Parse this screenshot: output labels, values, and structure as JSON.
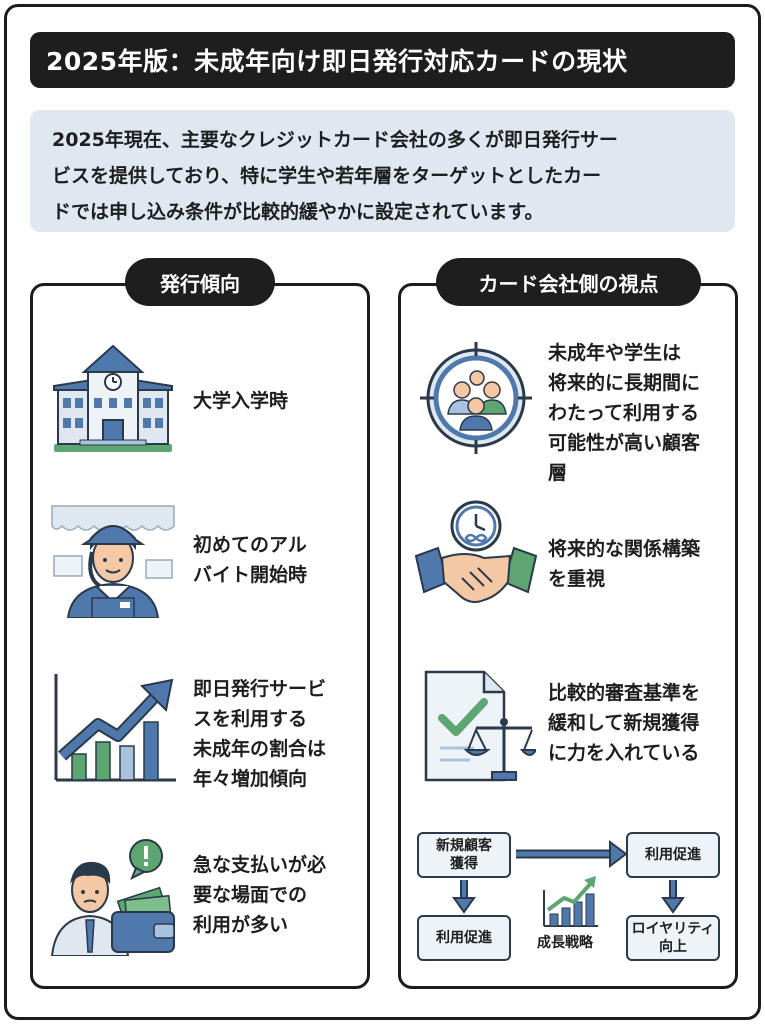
{
  "title": "2025年版：未成年向け即日発行対応カードの現状",
  "intro": {
    "line1": "2025年現在、主要なクレジットカード会社の多くが即日発行サー",
    "line2": "ビスを提供しており、特に学生や若年層をターゲットとしたカー",
    "line3": "ドでは申し込み条件が比較的緩やかに設定されています。"
  },
  "left_panel": {
    "heading": "発行傾向",
    "items": [
      {
        "lines": [
          "大学入学時"
        ],
        "icon": "university-icon"
      },
      {
        "lines": [
          "初めてのアル",
          "バイト開始時"
        ],
        "icon": "part-time-worker-icon"
      },
      {
        "lines": [
          "即日発行サービ",
          "スを利用する",
          "未成年の割合は",
          "年々増加傾向"
        ],
        "icon": "growth-chart-icon"
      },
      {
        "lines": [
          "急な支払いが必",
          "要な場面での",
          "利用が多い"
        ],
        "icon": "wallet-payment-icon"
      }
    ]
  },
  "right_panel": {
    "heading": "カード会社側の視点",
    "items": [
      {
        "lines": [
          "未成年や学生は",
          "将来的に長期間に",
          "わたって利用する",
          "可能性が高い顧客",
          "層"
        ],
        "icon": "target-customers-icon"
      },
      {
        "lines": [
          "将来的な関係構築",
          "を重視"
        ],
        "icon": "handshake-icon"
      },
      {
        "lines": [
          "比較的審査基準を",
          "緩和して新規獲得",
          "に力を入れている"
        ],
        "icon": "document-scale-icon"
      }
    ],
    "flow": {
      "acquire_l1": "新規顧客",
      "acquire_l2": "獲得",
      "promote_top": "利用促進",
      "promote_bottom": "利用促進",
      "loyalty_l1": "ロイヤリティ",
      "loyalty_l2": "向上",
      "strategy": "成長戦略"
    }
  },
  "colors": {
    "dark": "#1e1e1e",
    "intro_bg": "#dfe8f1",
    "blue": "#4f79ad",
    "light_blue": "#a9c3df",
    "green": "#5da672",
    "skin": "#f4c7a5"
  }
}
